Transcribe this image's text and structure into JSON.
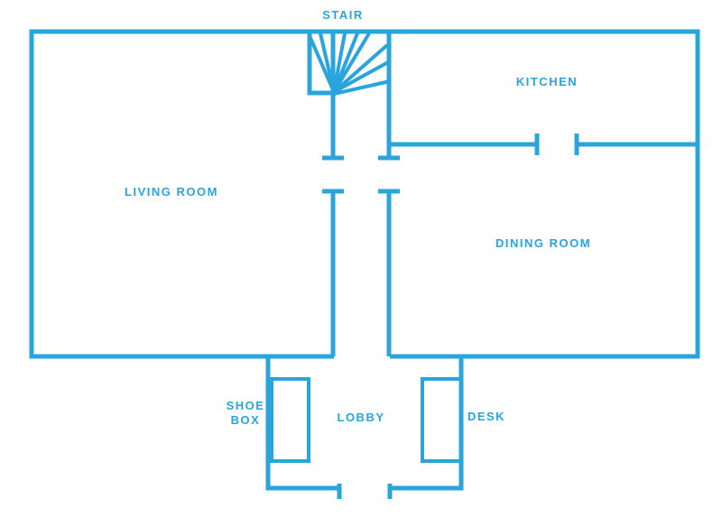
{
  "colors": {
    "accent": "#29a4dd",
    "background": "#ffffff"
  },
  "diagram": {
    "type": "floor-plan",
    "labels": {
      "stair": "STAIR",
      "kitchen": "KITCHEN",
      "living_room": "LIVING ROOM",
      "dining_room": "DINING ROOM",
      "lobby": "LOBBY",
      "shoe_box_line1": "SHOE",
      "shoe_box_line2": "BOX",
      "desk": "DESK"
    }
  }
}
